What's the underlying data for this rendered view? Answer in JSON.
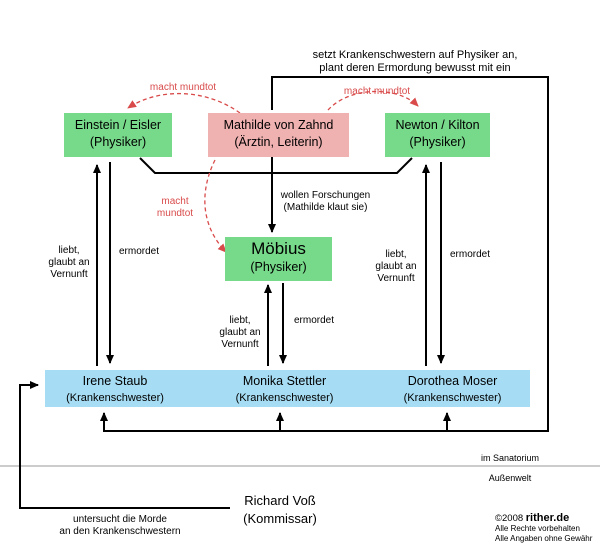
{
  "nodes": {
    "einstein": {
      "name": "Einstein / Eisler",
      "role": "(Physiker)"
    },
    "mathilde": {
      "name": "Mathilde von Zahnd",
      "role": "(Ärztin, Leiterin)"
    },
    "newton": {
      "name": "Newton / Kilton",
      "role": "(Physiker)"
    },
    "moebius": {
      "name": "Möbius",
      "role": "(Physiker)"
    },
    "nurses": [
      {
        "name": "Irene Staub",
        "role": "(Krankenschwester)"
      },
      {
        "name": "Monika Stettler",
        "role": "(Krankenschwester)"
      },
      {
        "name": "Dorothea Moser",
        "role": "(Krankenschwester)"
      }
    ],
    "voss": {
      "name": "Richard Voß",
      "role": "(Kommissar)"
    }
  },
  "labels": {
    "macht_mundtot": "macht mundtot",
    "macht_mundtot_split": [
      "macht",
      "mundtot"
    ],
    "setzt_ein": [
      "setzt Krankenschwestern auf Physiker an,",
      "plant deren Ermordung bewusst mit ein"
    ],
    "wollen_forschungen": [
      "wollen Forschungen",
      "(Mathilde klaut sie)"
    ],
    "liebt": [
      "liebt,",
      "glaubt an",
      "Vernunft"
    ],
    "ermordet": "ermordet",
    "untersucht": [
      "untersucht die Morde",
      "an den Krankenschwestern"
    ],
    "im_sanatorium": "im Sanatorium",
    "aussenwelt": "Außenwelt"
  },
  "footer": {
    "year": "©2008",
    "site": "rither.de",
    "rights": "Alle Rechte vorbehalten",
    "disclaimer": "Alle Angaben ohne Gewähr"
  },
  "colors": {
    "physicist": "#77d98a",
    "director": "#f0b1b1",
    "nurse": "#a6ddf4",
    "mundtot_arrow": "#d94b4b"
  }
}
